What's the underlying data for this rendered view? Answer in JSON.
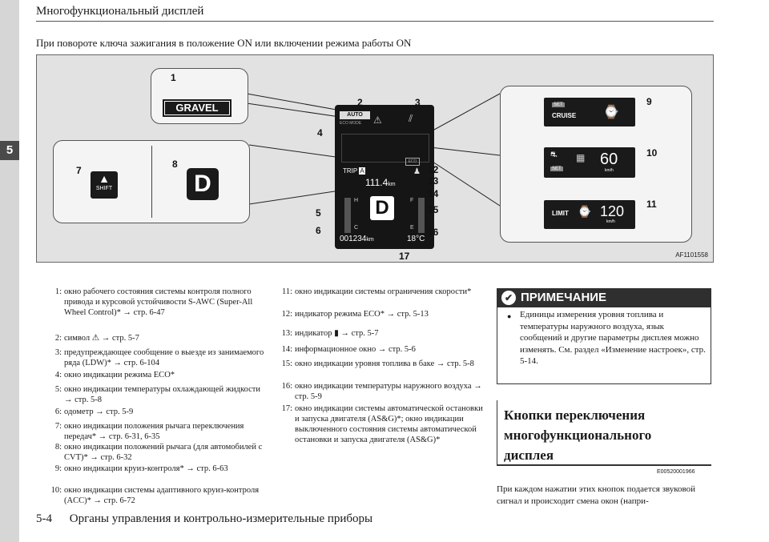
{
  "header": {
    "title": "Многофункциональный дисплей",
    "chapter_tab": "5"
  },
  "subtitle": "При повороте ключа зажигания в положение ON или включении режима работы ON",
  "figure": {
    "id": "AF1101558",
    "callouts": [
      "1",
      "2",
      "3",
      "4",
      "5",
      "6",
      "7",
      "8",
      "9",
      "10",
      "11",
      "12",
      "13",
      "14",
      "15",
      "16",
      "17"
    ],
    "cluster": {
      "auto": "AUTO",
      "eco_mode": "ECO MODE",
      "eco": "ECO",
      "trip": "TRIP",
      "trip_id": "A",
      "trip_value": "111.4",
      "trip_unit": "km",
      "gear": "D",
      "gauge_h": "H",
      "gauge_c": "C",
      "gauge_f": "F",
      "gauge_e": "E",
      "odometer": "001234",
      "odo_unit": "km",
      "temp": "18°C"
    },
    "gravel": "GRAVEL",
    "shift": "SHIFT",
    "gear_big": "D",
    "cruise_set": "SET",
    "cruise": "CRUISE",
    "acc_speed": "60",
    "acc_unit": "km/h",
    "acc_set": "SET",
    "limit": "LIMIT",
    "limit_speed": "120",
    "limit_unit": "km/h"
  },
  "list_left": [
    {
      "n": "1:",
      "t": "окно рабочего состояния системы контроля полного привода и курсовой устойчивости S-AWC (Super-All Wheel Control)* → стр. 6-47"
    },
    {
      "n": "2:",
      "t": "символ ⚠ → стр. 5-7"
    },
    {
      "n": "3:",
      "t": "предупреждающее сообщение о выезде из занимаемого ряда (LDW)* → стр. 6-104"
    },
    {
      "n": "4:",
      "t": "окно индикации режима ECO*"
    },
    {
      "n": "5:",
      "t": "окно индикации температуры охлаждающей жидкости → стр. 5-8"
    },
    {
      "n": "6:",
      "t": "одометр → стр. 5-9"
    },
    {
      "n": "7:",
      "t": "окно индикации положения рычага переключения передач* → стр. 6-31, 6-35"
    },
    {
      "n": "8:",
      "t": "окно индикации положений рычага (для автомобилей с CVT)* → стр. 6-32"
    },
    {
      "n": "9:",
      "t": "окно индикации круиз-контроля* → стр. 6-63"
    },
    {
      "n": "10:",
      "t": "окно индикации системы адаптивного круиз-контроля (ACC)* → стр. 6-72"
    }
  ],
  "list_right": [
    {
      "n": "11:",
      "t": "окно индикации системы ограничения скорости*"
    },
    {
      "n": "12:",
      "t": "индикатор режима ECO* → стр. 5-13"
    },
    {
      "n": "13:",
      "t": "индикатор ▮ → стр. 5-7"
    },
    {
      "n": "14:",
      "t": "информационное окно → стр. 5-6"
    },
    {
      "n": "15:",
      "t": "окно индикации уровня топлива в баке → стр. 5-8"
    },
    {
      "n": "16:",
      "t": "окно индикации температуры наружного воздуха → стр. 5-9"
    },
    {
      "n": "17:",
      "t": "окно индикации системы автоматической остановки и запуска двигателя (AS&G)*; окно индикации выключенного состояния системы автоматической остановки и запуска двигателя (AS&G)*"
    }
  ],
  "note": {
    "title": "ПРИМЕЧАНИЕ",
    "text": "Единицы измерения уровня топлива и температуры наружного воздуха, язык сообщений и другие параметры дисплея можно изменять. См. раздел «Изменение настроек», стр. 5-14."
  },
  "section": {
    "title": "Кнопки переключения многофункционального дисплея",
    "code": "E00520001966",
    "text": "При каждом нажатии этих кнопок подается звуковой сигнал и происходит смена окон (напри-"
  },
  "footer": {
    "page": "5-4",
    "chapter": "Органы управления и контрольно-измерительные приборы"
  }
}
